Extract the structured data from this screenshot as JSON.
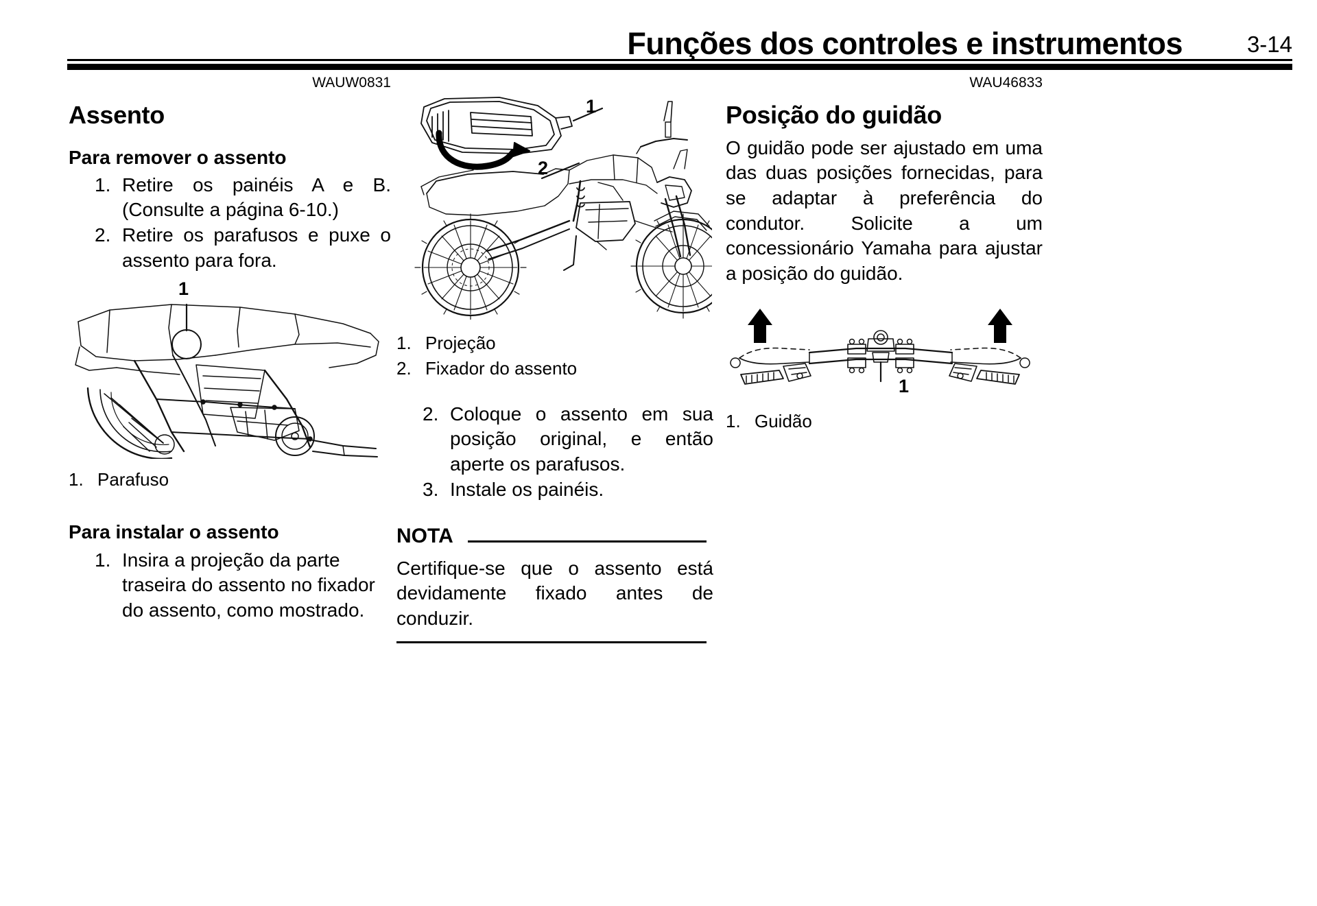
{
  "header": {
    "title": "Funções dos controles e instrumentos",
    "page_number": "3-14"
  },
  "left_column": {
    "code": "WAUW0831",
    "section_title": "Assento",
    "subsection_remove": "Para remover o assento",
    "remove_steps": [
      {
        "num": "1.",
        "text": "Retire os painéis A e B. (Consulte a página 6-10.)"
      },
      {
        "num": "2.",
        "text": "Retire os parafusos e puxe o assento para fora."
      }
    ],
    "figure_callout": "1",
    "figure_legend": [
      {
        "num": "1.",
        "label": "Parafuso"
      }
    ],
    "subsection_install": "Para instalar o assento",
    "install_steps": [
      {
        "num": "1.",
        "text": "Insira a projeção da parte traseira do assento no fixador do assento, como mostrado."
      }
    ]
  },
  "middle_column": {
    "figure_callouts": [
      "1",
      "2"
    ],
    "figure_legend": [
      {
        "num": "1.",
        "label": "Projeção"
      },
      {
        "num": "2.",
        "label": "Fixador do assento"
      }
    ],
    "install_steps_cont": [
      {
        "num": "2.",
        "text": "Coloque o assento em sua posição original, e então aperte os parafusos."
      },
      {
        "num": "3.",
        "text": "Instale os painéis."
      }
    ],
    "note": {
      "label": "NOTA",
      "text": "Certifique-se que o assento está devidamente fixado antes de conduzir."
    }
  },
  "right_column": {
    "code": "WAU46833",
    "section_title": "Posição do guidão",
    "body": "O guidão pode ser ajustado em uma das duas posições fornecidas, para se adaptar à preferência do condutor. Solicite a um concessionário Yamaha para ajustar a posição do guidão.",
    "figure_callout": "1",
    "figure_legend": [
      {
        "num": "1.",
        "label": "Guidão"
      }
    ]
  },
  "colors": {
    "ink": "#000000",
    "paper": "#ffffff",
    "line_art": "#1a1a1a"
  }
}
